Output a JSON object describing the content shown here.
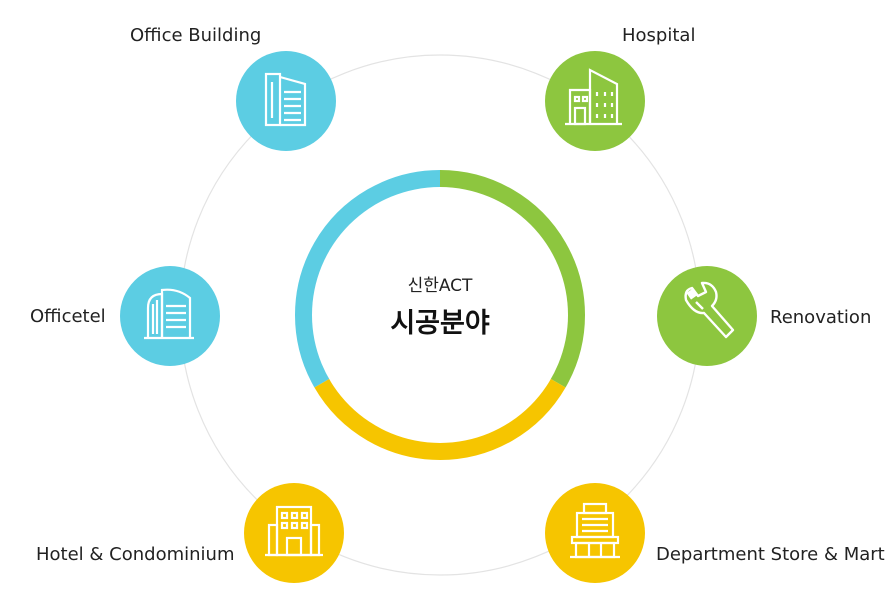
{
  "center": {
    "subtitle": "신한ACT",
    "title": "시공분야"
  },
  "colors": {
    "blue": "#5ccde3",
    "green": "#8dc63f",
    "yellow": "#f6c500",
    "orbit": "#e3e3e3",
    "icon_line": "#ffffff"
  },
  "nodes": [
    {
      "label": "Office Building",
      "color": "blue",
      "icon": "office-building-icon"
    },
    {
      "label": "Hospital",
      "color": "green",
      "icon": "hospital-icon"
    },
    {
      "label": "Officetel",
      "color": "blue",
      "icon": "officetel-icon"
    },
    {
      "label": "Renovation",
      "color": "green",
      "icon": "wrench-icon"
    },
    {
      "label": "Hotel & Condominium",
      "color": "yellow",
      "icon": "hotel-icon"
    },
    {
      "label": "Department Store & Mart",
      "color": "yellow",
      "icon": "department-store-icon"
    }
  ]
}
